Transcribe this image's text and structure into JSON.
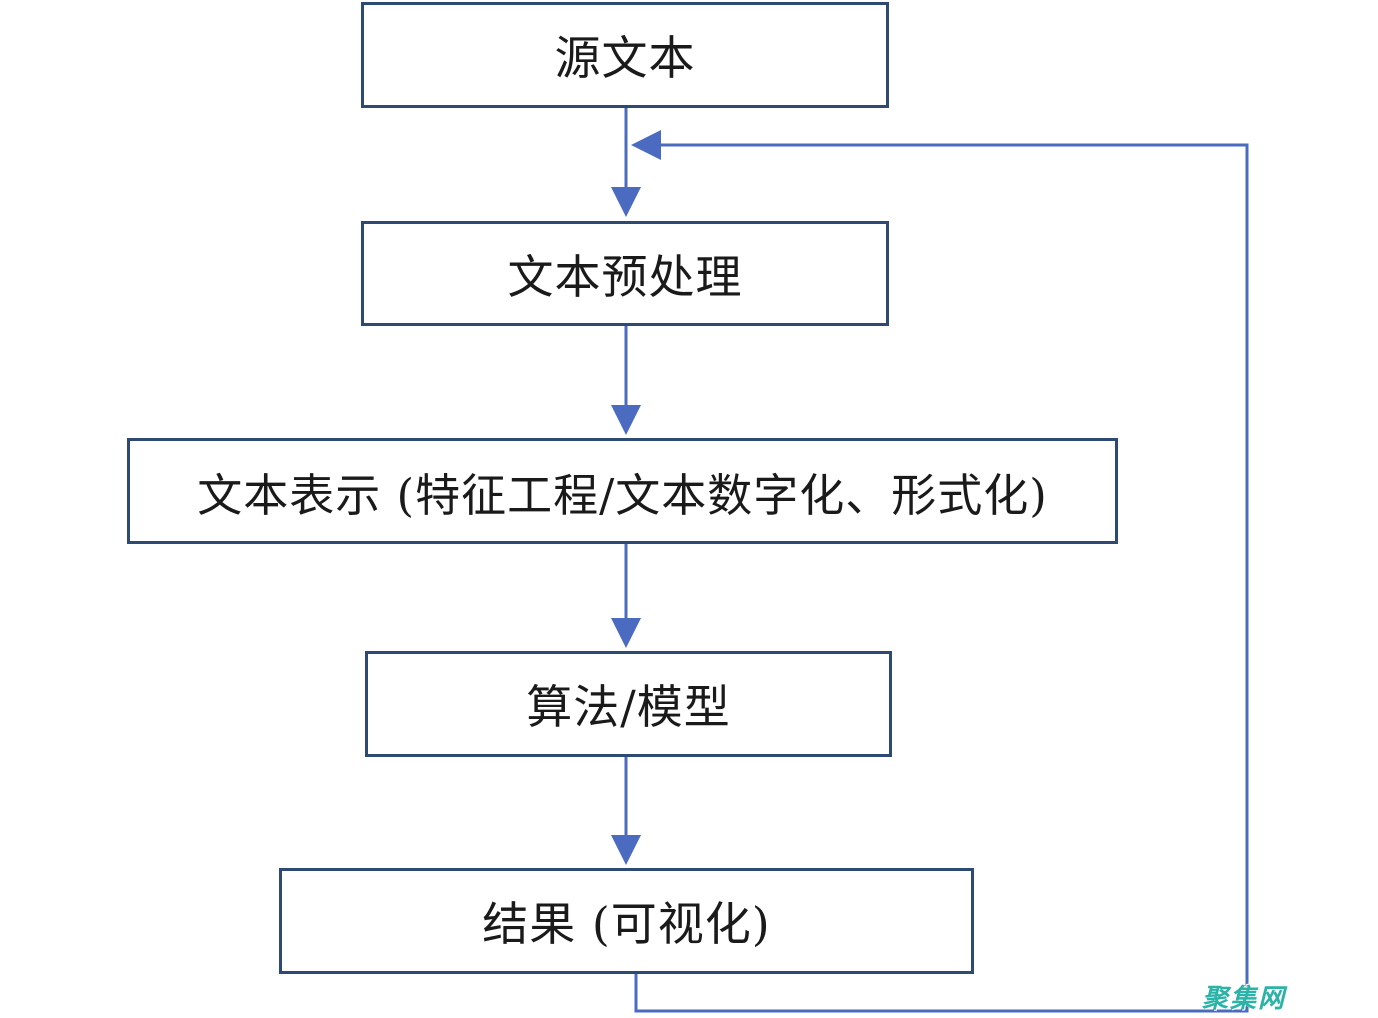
{
  "nodes": {
    "source_text": "源文本",
    "preprocessing": "文本预处理",
    "representation": "文本表示 (特征工程/文本数字化、形式化)",
    "algorithm_model": "算法/模型",
    "result": "结果 (可视化)"
  },
  "watermark": "聚集网",
  "colors": {
    "box_border": "#2f4a72",
    "arrow": "#4a6bbf",
    "watermark": "#2bb3a8"
  }
}
